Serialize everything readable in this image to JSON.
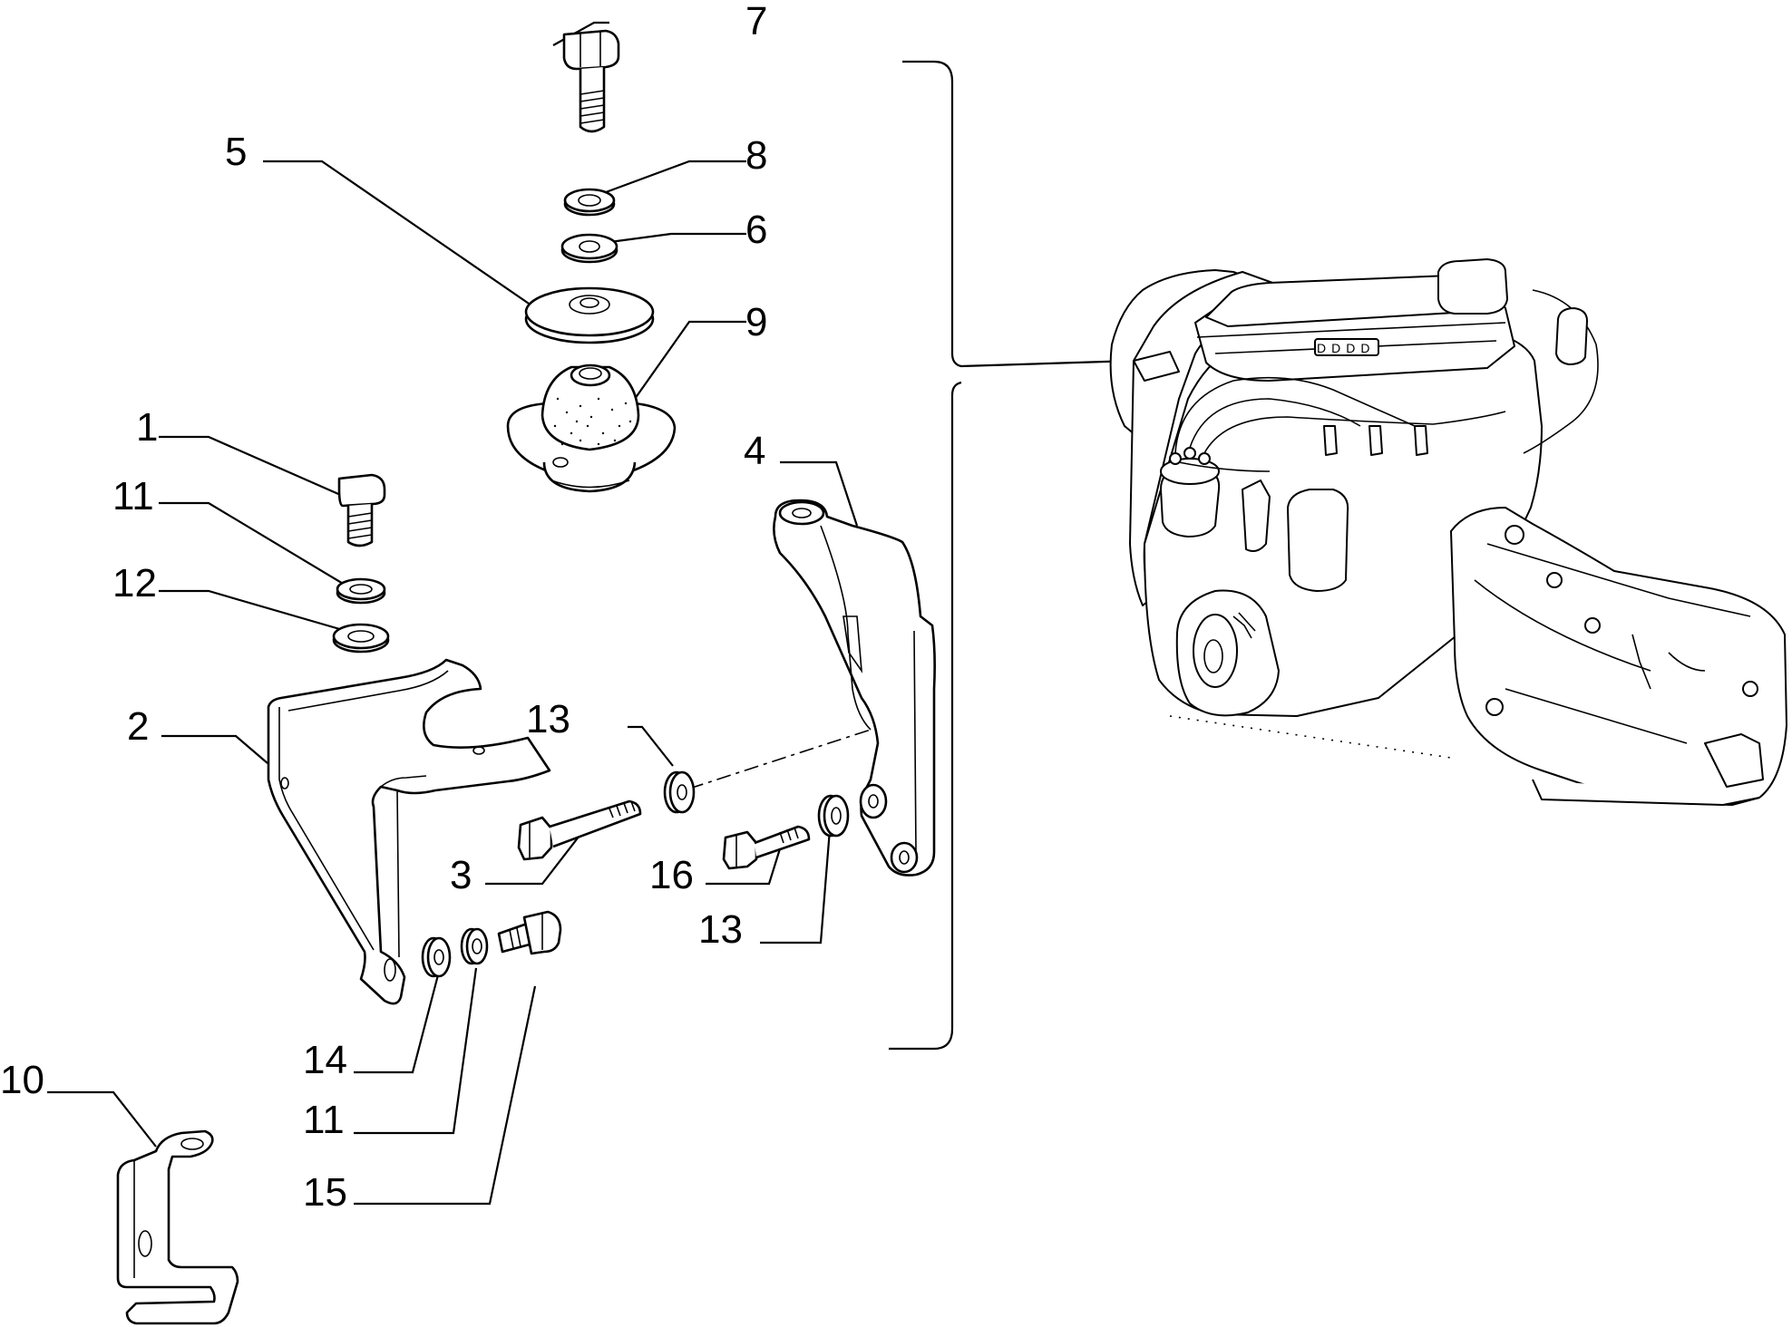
{
  "diagram": {
    "callouts": [
      {
        "id": "c7",
        "label": "7"
      },
      {
        "id": "c8",
        "label": "8"
      },
      {
        "id": "c6",
        "label": "6"
      },
      {
        "id": "c5",
        "label": "5"
      },
      {
        "id": "c9",
        "label": "9"
      },
      {
        "id": "c1",
        "label": "1"
      },
      {
        "id": "c11a",
        "label": "11"
      },
      {
        "id": "c12",
        "label": "12"
      },
      {
        "id": "c4",
        "label": "4"
      },
      {
        "id": "c2",
        "label": "2"
      },
      {
        "id": "c13a",
        "label": "13"
      },
      {
        "id": "c3",
        "label": "3"
      },
      {
        "id": "c16",
        "label": "16"
      },
      {
        "id": "c13b",
        "label": "13"
      },
      {
        "id": "c14",
        "label": "14"
      },
      {
        "id": "c11b",
        "label": "11"
      },
      {
        "id": "c15",
        "label": "15"
      },
      {
        "id": "c10",
        "label": "10"
      }
    ],
    "engine_badge_text": "DDDD"
  }
}
